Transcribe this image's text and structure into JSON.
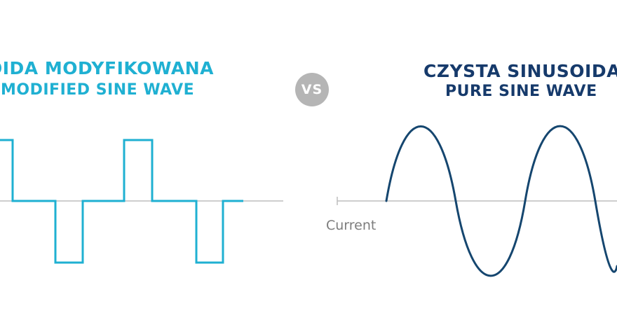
{
  "left_panel": {
    "title_line1": "OIDA MODYFIKOWANA",
    "title_line2": "MODIFIED SINE WAVE",
    "color": "#1fb0d2"
  },
  "right_panel": {
    "title_line1": "CZYSTA SINUSOIDA",
    "title_line2": "PURE SINE WAVE",
    "title_color": "#163a6b",
    "wave_color": "#15466f",
    "axis_label": "Current"
  },
  "vs_badge": {
    "label": "VS",
    "color": "#b5b5b5"
  },
  "axis_color": "#bdbdbd"
}
